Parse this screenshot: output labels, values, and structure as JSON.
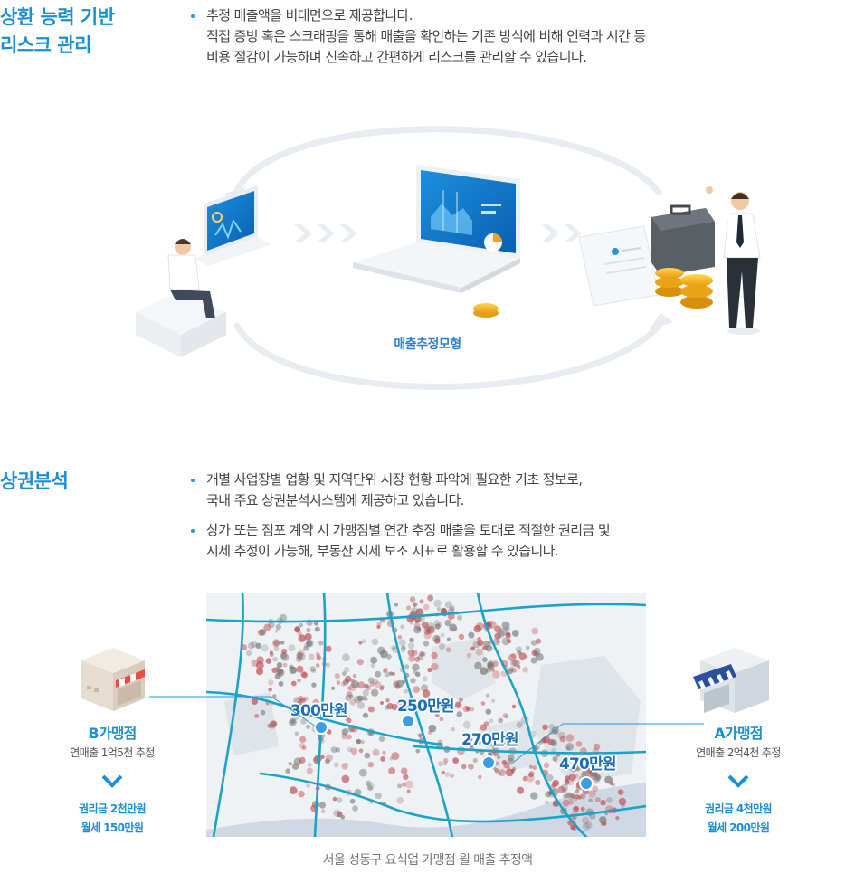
{
  "section1": {
    "title_line1": "상환 능력 기반",
    "title_line2": "리스크 관리",
    "bullet_line1": "추정 매출액을 비대면으로 제공합니다.",
    "bullet_line2": "직접 증빙 혹은 스크래핑을 통해 매출을 확인하는 기존 방식에 비해 인력과 시간 등",
    "bullet_line3": "비용 절감이 가능하며 신속하고 간편하게 리스크를 관리할 수 있습니다.",
    "model_label": "매출추정모형"
  },
  "section2": {
    "title": "상권분석",
    "bullet1_line1": "개별 사업장별 업황 및 지역단위 시장 현황 파악에 필요한 기초 정보로,",
    "bullet1_line2": "국내 주요 상권분석시스템에 제공하고 있습니다.",
    "bullet2_line1": "상가 또는 점포 계약 시 가맹점별 연간 추정 매출을 토대로 적절한 권리금 및",
    "bullet2_line2": "시세 추정이 가능해, 부동산 시세 보조 지표로 활용할 수 있습니다.",
    "map_prices": [
      "300만원",
      "250만원",
      "270만원",
      "470만원"
    ],
    "store_b": {
      "name": "B가맹점",
      "sales": "연매출 1억5천 추정",
      "premium": "권리금 2천만원",
      "rent": "월세 150만원"
    },
    "store_a": {
      "name": "A가맹점",
      "sales": "연매출 2억4천 추정",
      "premium": "권리금 4천만원",
      "rent": "월세 200만원"
    },
    "caption": "서울 성동구 요식업 가맹점 월 매출 추정액"
  },
  "colors": {
    "accent": "#1b8fd6",
    "road": "#1aa3c8",
    "dot_red": "#c0444a",
    "dot_grey": "#777777"
  }
}
